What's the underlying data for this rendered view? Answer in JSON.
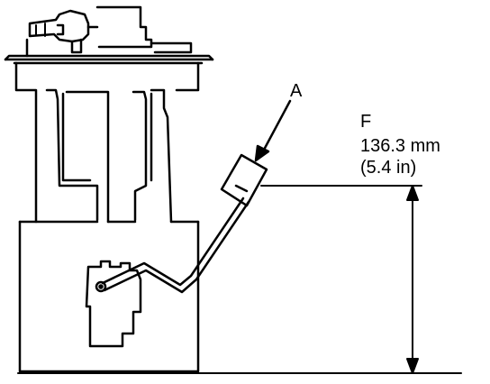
{
  "labels": {
    "part_a": "A",
    "dimension_f": "F",
    "measurement_metric": "136.3 mm",
    "measurement_imperial": "(5.4 in)"
  },
  "colors": {
    "line": "#000000",
    "background": "#ffffff"
  }
}
